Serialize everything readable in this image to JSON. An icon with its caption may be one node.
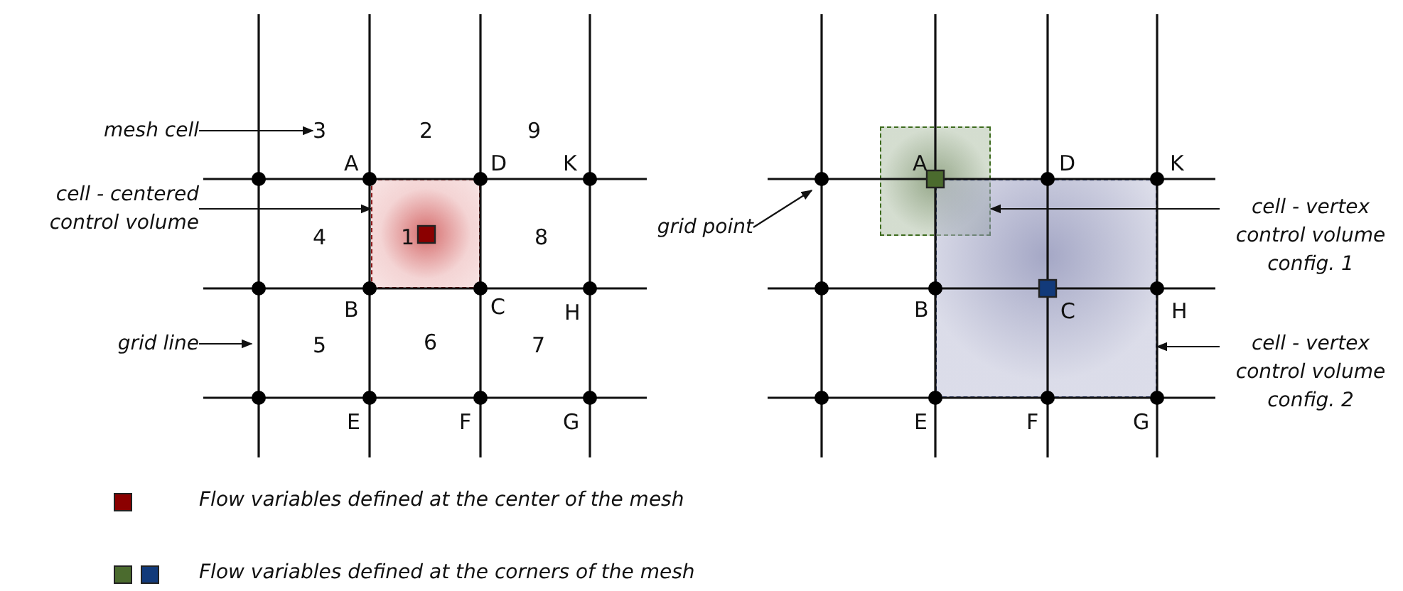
{
  "diagram": {
    "nodes": [
      {
        "text": [
          "mesh cell"
        ]
      },
      {
        "text": [
          "cell - centered control volume"
        ]
      },
      {
        "text": [],
        "shape": "box"
      },
      {
        "text": [
          "grid line"
        ]
      },
      {
        "text": [
          "grid point"
        ]
      },
      {
        "text": [
          "cell - vertex control volume config. 1"
        ]
      },
      {
        "text": [],
        "shape": "box"
      },
      {
        "text": [
          "cell - vertex control volume config. 2"
        ]
      },
      {
        "text": [],
        "shape": "box"
      },
      {
        "text": [
          "3"
        ]
      }
    ],
    "edges": [
      {
        "from": 0,
        "to": 9,
        "arrow": "to"
      },
      {
        "from": 1,
        "to": 2,
        "arrow": "to"
      },
      {
        "from": 3,
        "to": null,
        "arrow": "to"
      },
      {
        "from": 4,
        "to": null,
        "arrow": "to"
      },
      {
        "from": 5,
        "to": 6,
        "arrow": "to"
      },
      {
        "from": 7,
        "to": 8,
        "arrow": "to"
      }
    ],
    "labels": [
      "2",
      "9",
      "A",
      "D",
      "K",
      "4",
      "1",
      "8",
      "B",
      "C",
      "H",
      "5",
      "6",
      "7",
      "E",
      "F",
      "G",
      "A",
      "D",
      "K",
      "B",
      "C",
      "H",
      "E",
      "F",
      "G"
    ],
    "legend": [
      {
        "text": "Flow variables defined at the center of the mesh",
        "color": "#8b0000"
      },
      {
        "text": "Flow variables defined at the corners of the mesh",
        "color": "#4b6b2e"
      }
    ]
  }
}
